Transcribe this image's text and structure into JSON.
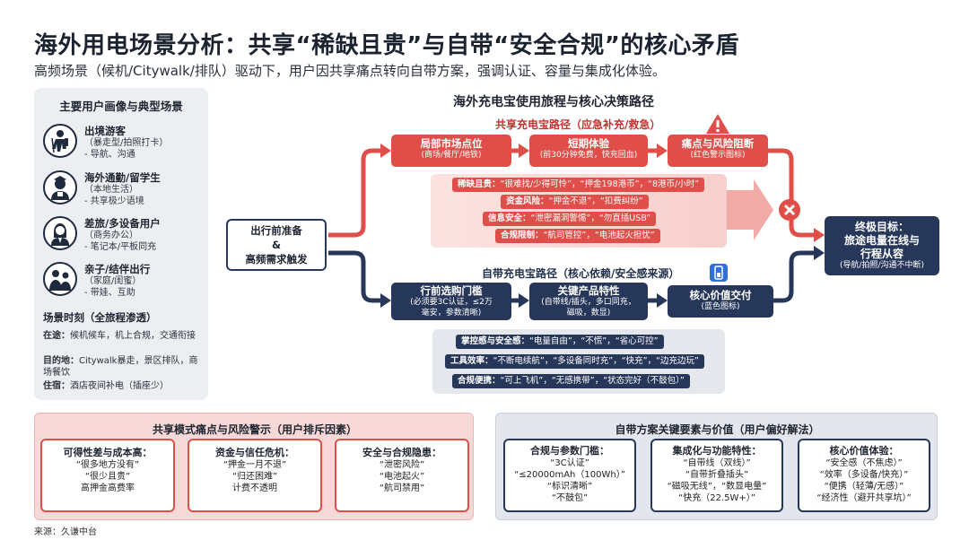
{
  "title": "海外用电场景分析：共享“稀缺且贵”与自带“安全合规”的核心矛盾",
  "subtitle": "高频场景（候机/Citywalk/排队）驱动下，用户因共享痛点转向自带方案，强调认证、容量与集成化体验。",
  "left_panel": {
    "title": "主要用户画像与典型场景",
    "personas": [
      {
        "name": "出境游客",
        "lines": [
          "（暴走型/拍照打卡）",
          "- 导航、沟通"
        ],
        "icon": "backpacker-icon"
      },
      {
        "name": "海外通勤/留学生",
        "lines": [
          "（本地生活）",
          "- 共享极少语境"
        ],
        "icon": "student-icon"
      },
      {
        "name": "差旅/多设备用户",
        "lines": [
          "（商务办公）",
          "- 笔记本/平板同充"
        ],
        "icon": "business-user-icon"
      },
      {
        "name": "亲子/结伴出行",
        "lines": [
          "（家庭/闺蜜）",
          "- 带娃、互助"
        ],
        "icon": "family-icon"
      }
    ],
    "moments_title": "场景时刻（全旅程渗透）",
    "moments": [
      {
        "label": "在途：",
        "text": "候机候车，机上合规，交通衔接"
      },
      {
        "label": "目的地：",
        "text": "Citywalk暴走，景区排队，商场餐饮"
      },
      {
        "label": "住宿：",
        "text": "酒店夜间补电（插座少）"
      }
    ]
  },
  "diagram": {
    "title": "海外充电宝使用旅程与核心决策路径",
    "start": [
      "出行前准备",
      "&",
      "高频需求触发"
    ],
    "shared_path_title": "共享充电宝路径（应急补充/救急）",
    "shared_steps": [
      {
        "title": "局部市场点位",
        "sub": "(商场/餐厅/地铁)"
      },
      {
        "title": "短期体验",
        "sub": "(前30分钟免费，快充回血)"
      },
      {
        "title": "痛点与风险阻断",
        "sub": "(红色警示图标)"
      }
    ],
    "pain_points": [
      {
        "label": "稀缺且贵：",
        "text": "“很难找/少得可怜”，“押金198港币”，“8港币/小时”"
      },
      {
        "label": "资金风险：",
        "text": "“押金不退”，“扣费纠纷”"
      },
      {
        "label": "信息安全：",
        "text": "“泄密漏洞警惕”，“勿直插USB”"
      },
      {
        "label": "合规限制：",
        "text": "“航司管控”，“电池起火担忧”"
      }
    ],
    "own_path_title": "自带充电宝路径（核心依赖/安全感来源）",
    "own_steps": [
      {
        "title": "行前选购门槛",
        "sub": [
          "(必须要3C认证，≤2万",
          "毫安，参数清晰)"
        ]
      },
      {
        "title": "关键产品特性",
        "sub": [
          "(自带线/插头，多口同充，",
          "磁吸，数显)"
        ]
      },
      {
        "title": "核心价值交付",
        "sub": [
          "(蓝色图标)"
        ]
      }
    ],
    "values": [
      {
        "label": "掌控感与安全感：",
        "text": "“电量自由”，“不慌”，“省心可控”"
      },
      {
        "label": "工具效率：",
        "text": "“不断电续航”，“多设备同时充”，“快充”，“边充边玩”"
      },
      {
        "label": "合规便携：",
        "text": "“可上飞机”，“无感携带”，“状态完好（不鼓包）”"
      }
    ],
    "goal": {
      "title": "终极目标：",
      "lines": [
        "旅途电量在线与",
        "行程从容"
      ],
      "sub": "(导航/拍照/沟通不中断)"
    }
  },
  "bottom_left": {
    "title": "共享模式痛点与风险警示（用户排斥因素）",
    "cards": [
      {
        "title": "可得性差与成本高：",
        "items": [
          "“很多地方没有”",
          "“很少且贵”",
          "高押金高费率"
        ]
      },
      {
        "title": "资金与信任危机：",
        "items": [
          "“押金一月不退”",
          "“归还困难”",
          "计费不透明"
        ]
      },
      {
        "title": "安全与合规隐患：",
        "items": [
          "“泄密风险”",
          "“电池起火”",
          "“航司禁用”"
        ]
      }
    ]
  },
  "bottom_right": {
    "title": "自带方案关键要素与价值（用户偏好解法）",
    "cards": [
      {
        "title": "合规与参数门槛：",
        "items": [
          "“3C认证”",
          "“≤20000mAh（100Wh）”",
          "“标识清晰”",
          "“不鼓包”"
        ]
      },
      {
        "title": "集成化与功能特性：",
        "items": [
          "“自带线（双线）”",
          "“自带折叠插头”",
          "“磁吸无线”，“数显电量”",
          "“快充（22.5W+）”"
        ]
      },
      {
        "title": "核心价值体验：",
        "items": [
          "“安全感（不焦虑）”",
          "“效率（多设备/快充）”",
          "“便携（轻薄/无感）”",
          "“经济性（避开共享坑）”"
        ]
      }
    ]
  },
  "source": "来源：久谦中台",
  "colors": {
    "red": "#df4e48",
    "navy": "#27375a",
    "panel": "#eceef1"
  }
}
